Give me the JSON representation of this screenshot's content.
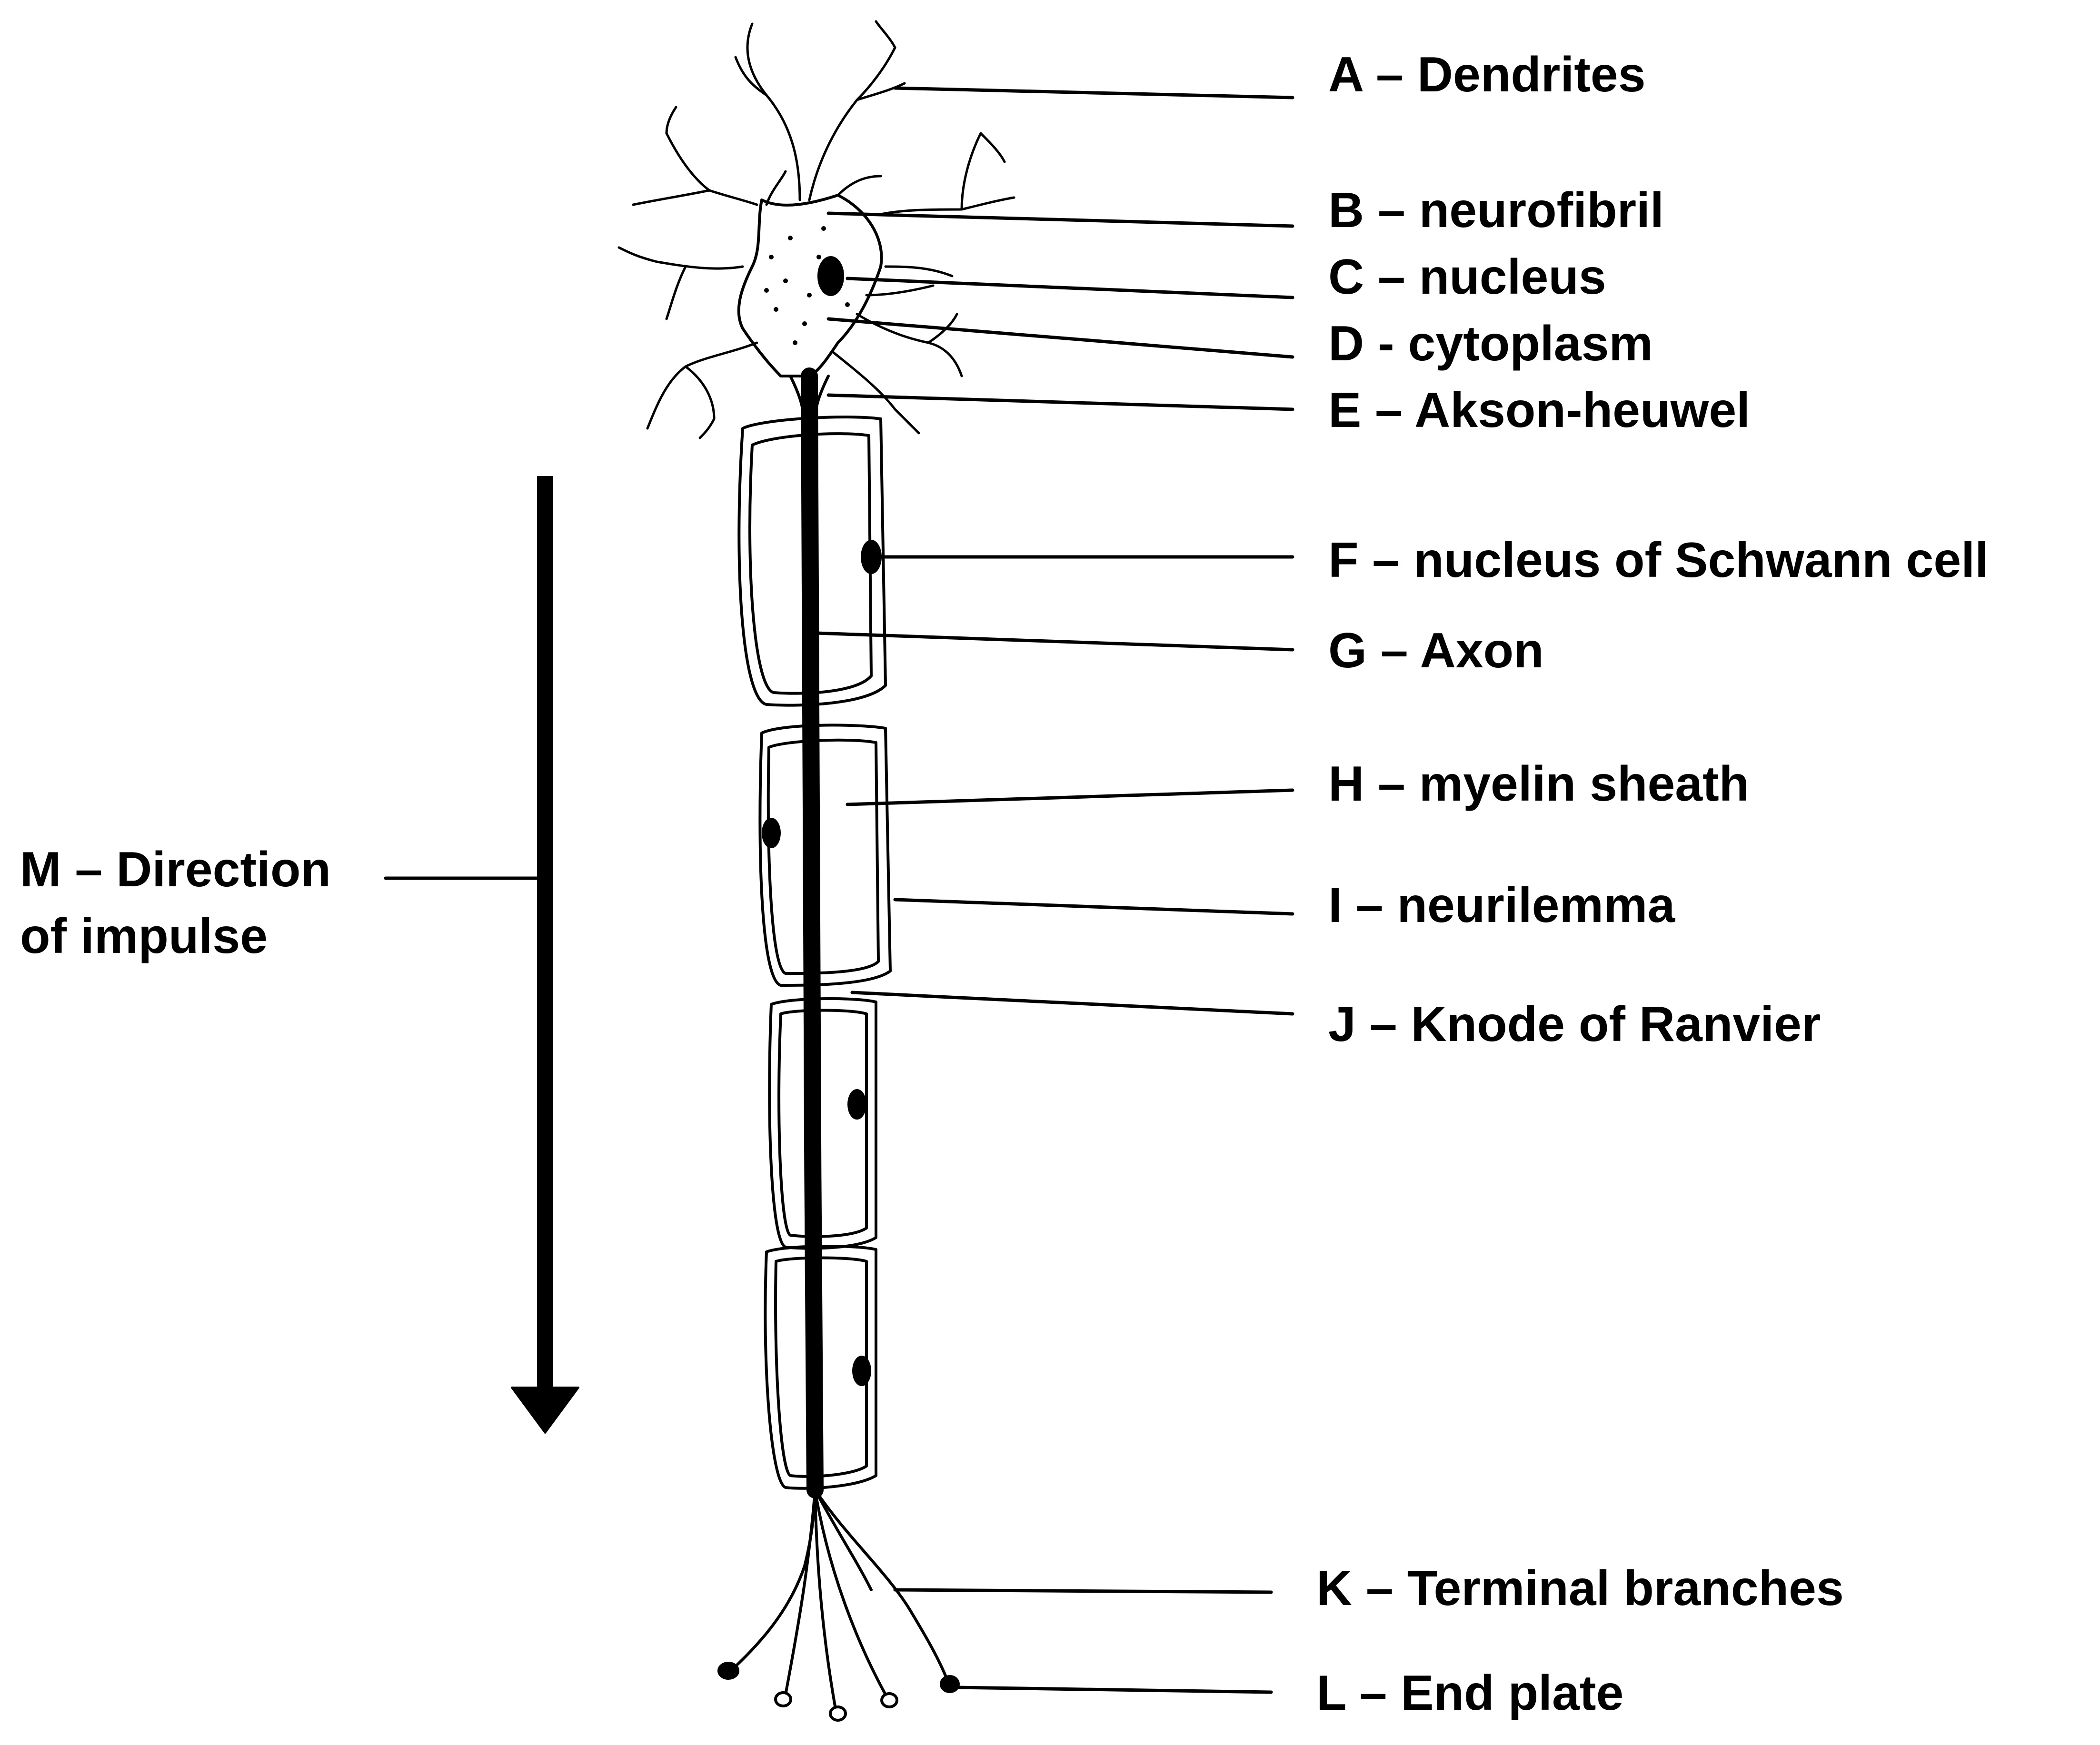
{
  "labels": {
    "A": "A – Dendrites",
    "B": "B – neurofibril",
    "C": "C – nucleus",
    "D": "D - cytoplasm",
    "E": "E – Akson-heuwel",
    "F": "F – nucleus of Schwann cell",
    "G": "G – Axon",
    "H": "H – myelin sheath",
    "I": "I – neurilemma",
    "J": "J – Knode of Ranvier",
    "K": "K – Terminal branches",
    "L": "L – End plate",
    "M1": "M – Direction",
    "M2": "of impulse"
  },
  "colors": {
    "ink": "#000000",
    "paper": "#ffffff"
  }
}
